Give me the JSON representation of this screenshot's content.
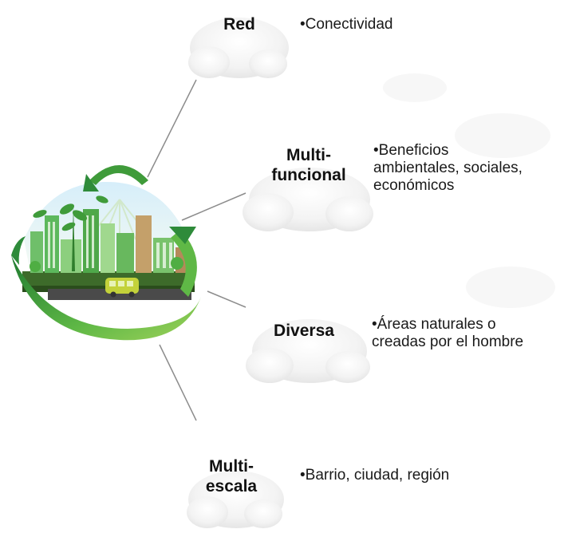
{
  "nodes": [
    {
      "title": "Red",
      "description": "•Conectividad"
    },
    {
      "title": "Multi-\nfuncional",
      "description": "•Beneficios\nambientales, sociales,\neconómicos"
    },
    {
      "title": "Diversa",
      "description": "•Áreas naturales o\ncreadas por el hombre"
    },
    {
      "title": "Multi-\nescala",
      "description": "•Barrio, ciudad, región"
    }
  ],
  "colors": {
    "connector": "#8c8c8c",
    "cloud": "#f2f2f2",
    "arrow_dark": "#2e8b3a",
    "arrow_light": "#7cc242",
    "building": "#5cb85c",
    "sky": "#dff1fb"
  }
}
